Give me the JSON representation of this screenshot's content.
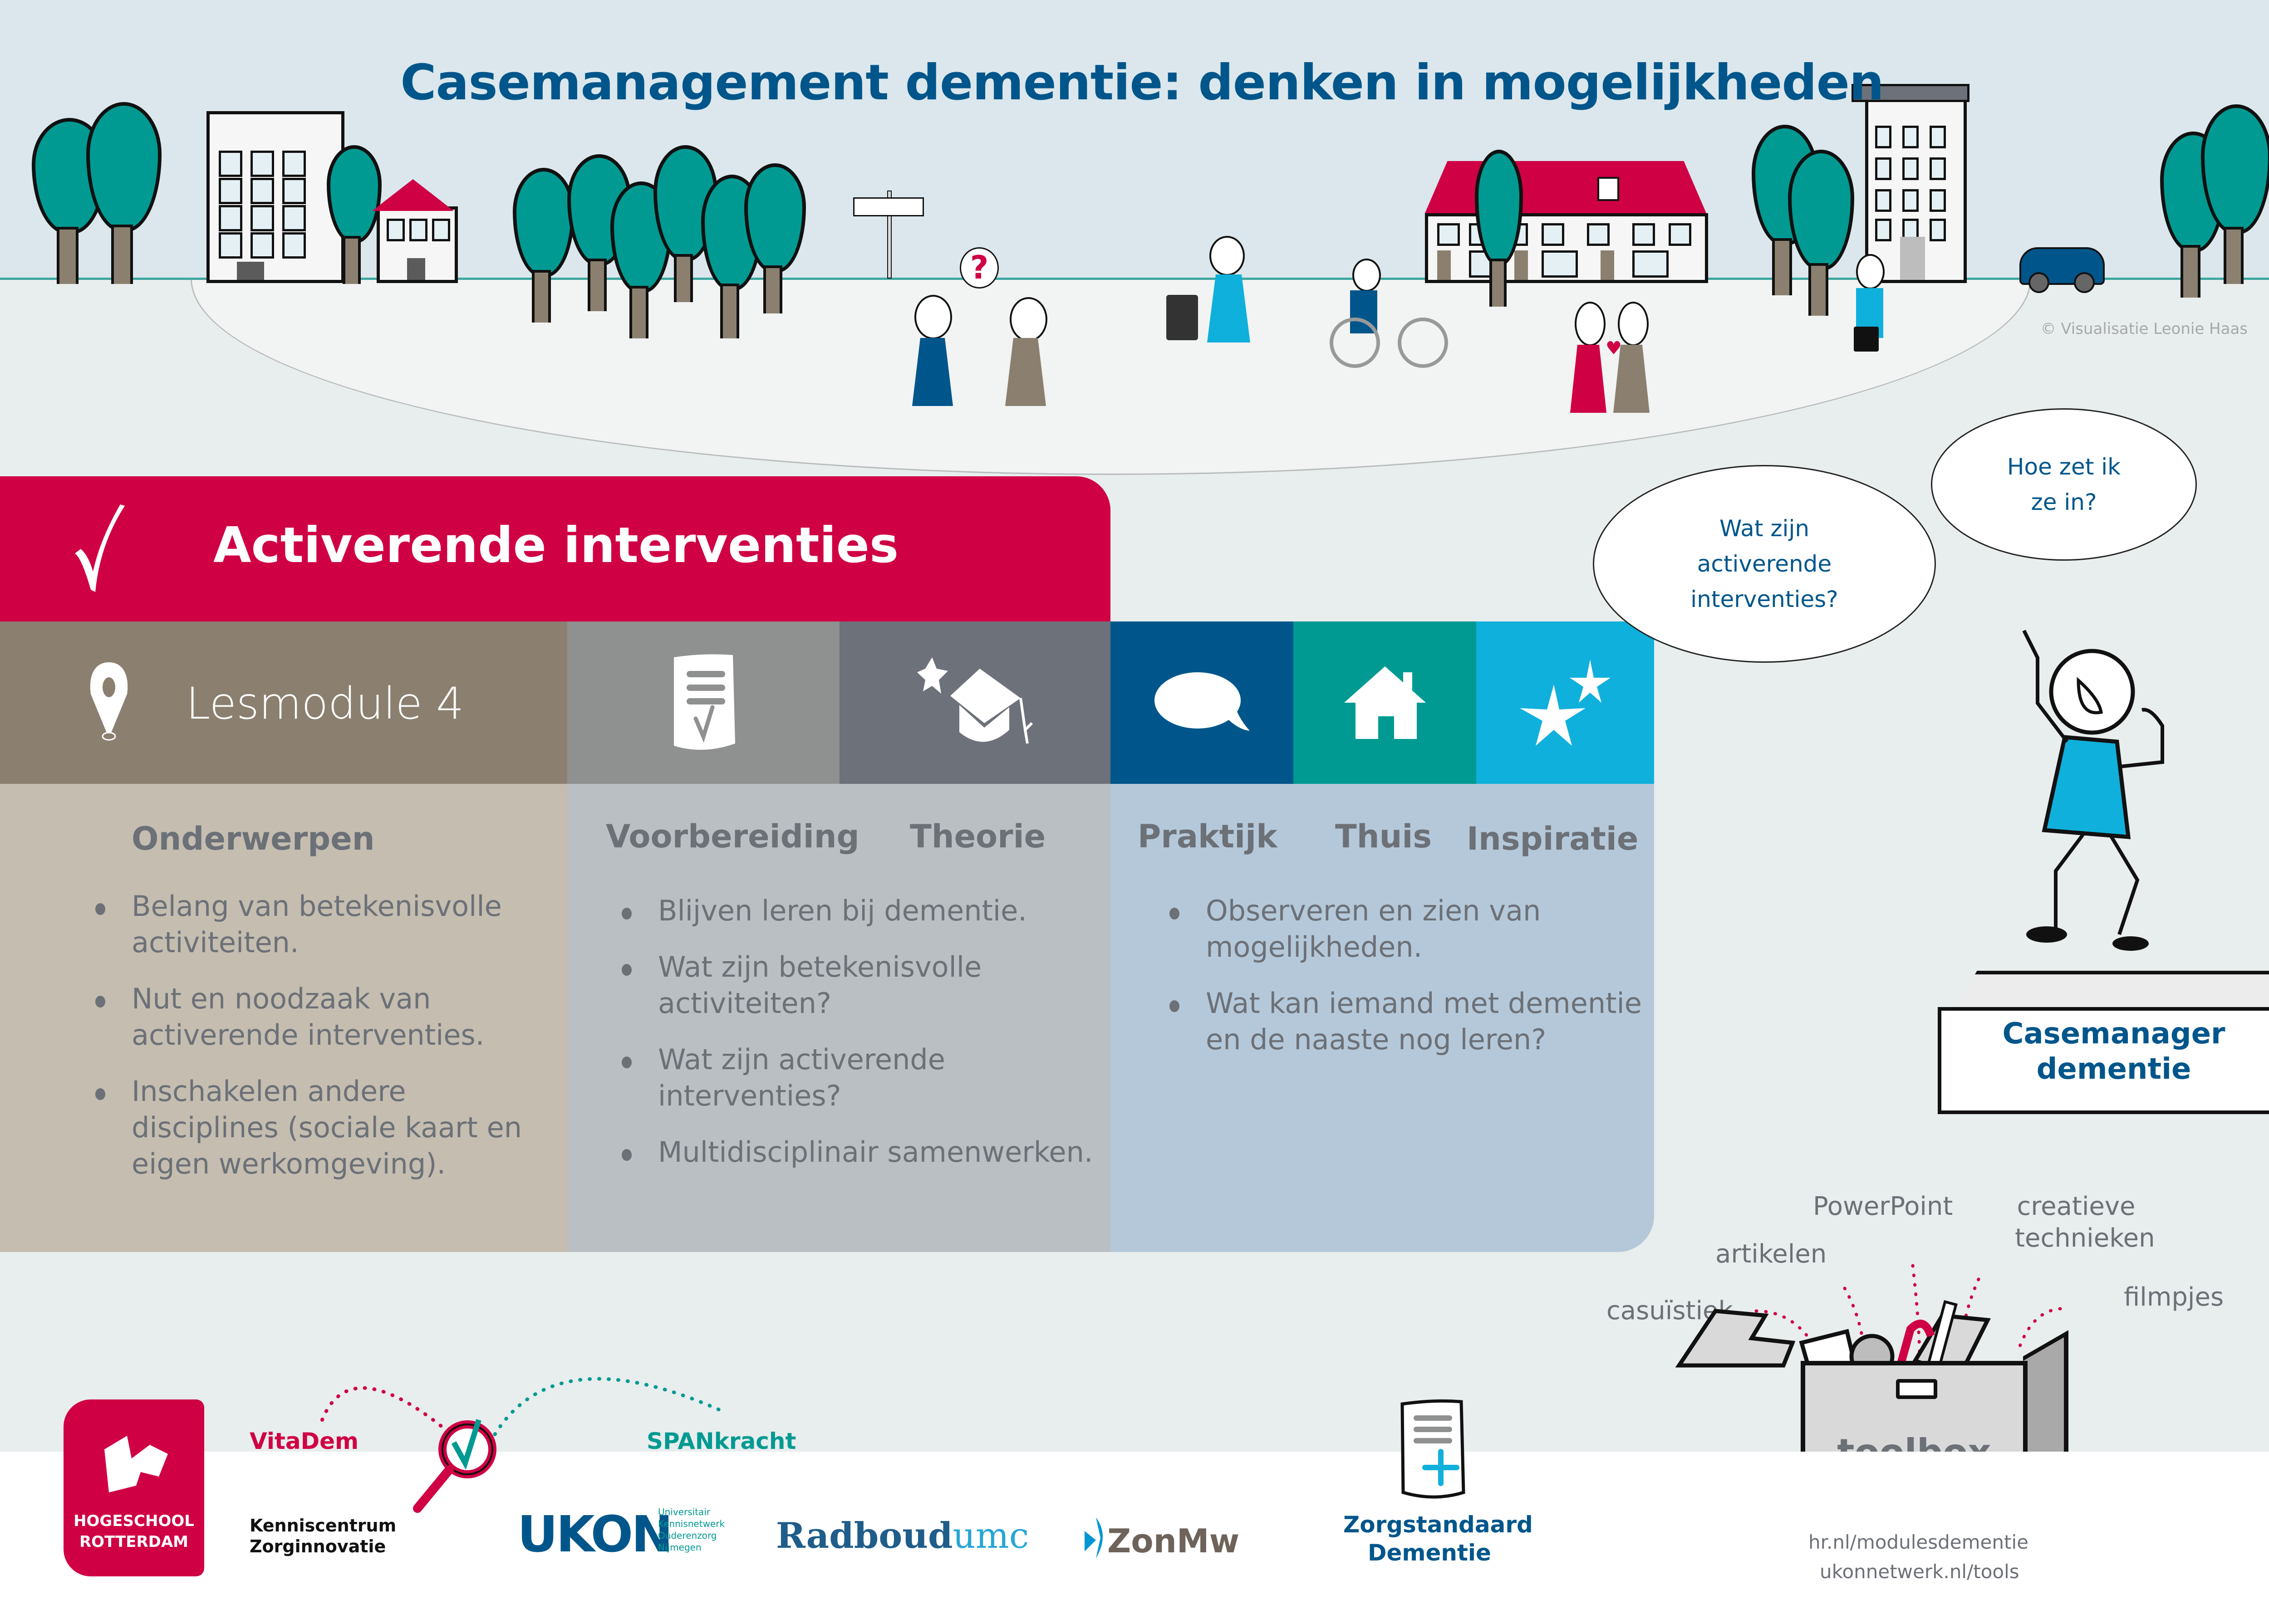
{
  "header": {
    "title": "Casemanagement dementie: denken in mogelijkheden",
    "credit": "© Visualisatie Leonie Haas"
  },
  "colors": {
    "brand_red": "#cf0044",
    "brand_navy": "#00568b",
    "brand_teal": "#009a92",
    "brand_cyan": "#10b0dc",
    "text_gray": "#6c7077"
  },
  "module": {
    "banner_icon": "checkmark-icon",
    "title": "Activerende interventies",
    "lesson_icon": "map-pin-icon",
    "lesson_label": "Lesmodule 4",
    "icon_row": [
      {
        "name": "voorbereiding",
        "icon": "checklist-document-icon",
        "color": "#8f9090"
      },
      {
        "name": "theorie",
        "icon": "graduation-cap-icon",
        "color": "#6d7179"
      },
      {
        "name": "praktijk",
        "icon": "speech-bubble-icon",
        "color": "#00568b"
      },
      {
        "name": "thuis",
        "icon": "house-icon",
        "color": "#009a92"
      },
      {
        "name": "inspiratie",
        "icon": "stars-icon",
        "color": "#10b0dc"
      }
    ],
    "columns": {
      "onderwerpen": {
        "heading": "Onderwerpen",
        "items": [
          "Belang van betekenisvolle activiteiten.",
          "Nut en noodzaak van activerende interventies.",
          "Inschakelen andere disciplines (sociale kaart en eigen werkomgeving)."
        ]
      },
      "voorbereiding_theorie": {
        "headings": [
          "Voorbereiding",
          "Theorie"
        ],
        "items": [
          "Blijven leren bij dementie.",
          "Wat zijn betekenisvolle activiteiten?",
          "Wat zijn activerende interventies?",
          "Multidisciplinair samenwerken."
        ]
      },
      "praktijk_thuis_inspiratie": {
        "headings": [
          "Praktijk",
          "Thuis",
          "Inspiratie"
        ],
        "items": [
          "Observeren en zien van mogelijkheden.",
          "Wat kan iemand met dementie en de naaste nog leren?"
        ]
      }
    }
  },
  "casemanager": {
    "bubble_1": "Wat zijn activerende interventies?",
    "bubble_2": "Hoe zet ik ze in?",
    "podium_label": "Casemanager dementie"
  },
  "toolbox": {
    "label": "toolbox",
    "items": [
      "casuïstiek",
      "artikelen",
      "PowerPoint",
      "creatieve technieken",
      "filmpjes"
    ],
    "links": [
      "hr.nl/modulesdementie",
      "ukonnetwerk.nl/tools"
    ]
  },
  "footer": {
    "logos": {
      "hogeschool": "HOGESCHOOL ROTTERDAM",
      "vitadem": "VitaDem",
      "spankracht": "SPANkracht",
      "kenniscentrum": "Kenniscentrum Zorginnovatie",
      "ukon": "UKON",
      "ukon_sub": "Universitair Kennisnetwerk Ouderenzorg Nijmegen",
      "radboud_a": "Radboud",
      "radboud_b": "umc",
      "zonmw": "ZonMw",
      "zorgstandaard": "Zorgstandaard Dementie"
    }
  }
}
